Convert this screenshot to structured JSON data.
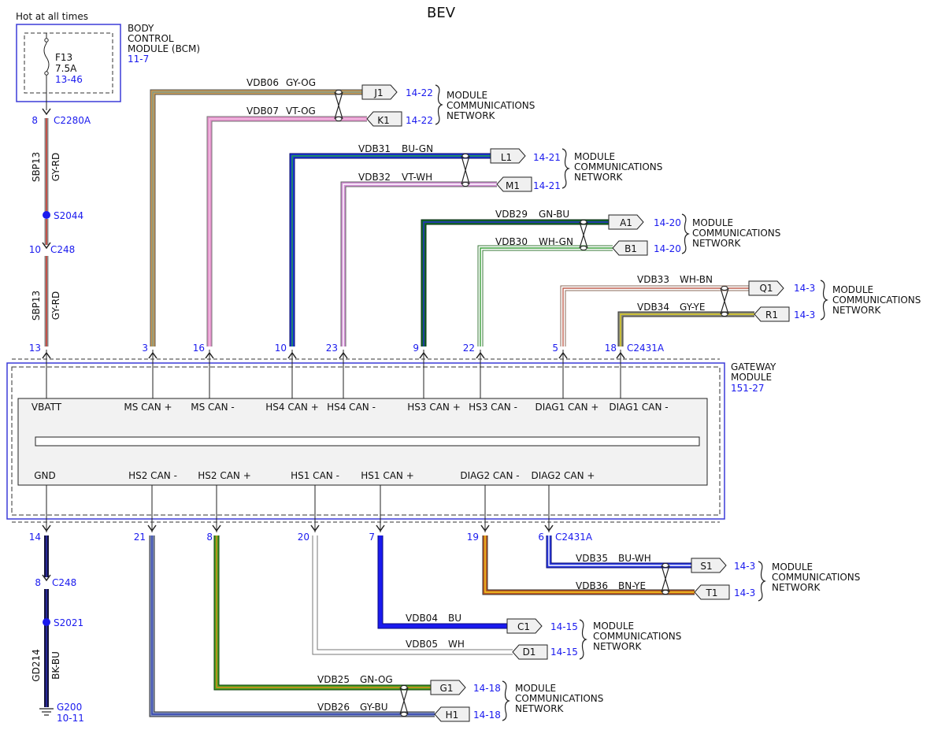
{
  "title": "BEV",
  "hot_label": "Hot at all times",
  "bcm": {
    "name_lines": [
      "BODY",
      "CONTROL",
      "MODULE (BCM)"
    ],
    "ref": "11-7",
    "fuse_name": "F13",
    "fuse_rating": "7.5A",
    "fuse_ref": "13-46"
  },
  "power_path": {
    "pin_top": "8",
    "conn_top": "C2280A",
    "circuit1": "SBP13",
    "color1": "GY-RD",
    "splice": "S2044",
    "pin_mid": "10",
    "conn_mid": "C248",
    "circuit2": "SBP13",
    "color2": "GY-RD",
    "pin_module": "13"
  },
  "gateway": {
    "name_lines": [
      "GATEWAY",
      "MODULE"
    ],
    "ref": "151-27",
    "top_pins": [
      "VBATT",
      "MS CAN +",
      "MS CAN -",
      "HS4 CAN +",
      "HS4 CAN -",
      "HS3 CAN +",
      "HS3 CAN -",
      "DIAG1 CAN +",
      "DIAG1 CAN -"
    ],
    "bottom_pins": [
      "GND",
      "HS2 CAN -",
      "HS2 CAN +",
      "HS1 CAN -",
      "HS1 CAN +",
      "DIAG2 CAN -",
      "DIAG2 CAN +"
    ]
  },
  "top_pin_numbers": [
    "13",
    "3",
    "16",
    "10",
    "23",
    "9",
    "22",
    "5",
    "18"
  ],
  "top_connector": "C2431A",
  "bottom_pin_numbers": [
    "14",
    "21",
    "8",
    "20",
    "7",
    "19",
    "6"
  ],
  "bottom_connector": "C2431A",
  "network_label_lines": [
    "MODULE",
    "COMMUNICATIONS",
    "NETWORK"
  ],
  "top_wires": [
    {
      "circuit": "VDB06",
      "color": "GY-OG",
      "tag": "J1",
      "ref": "14-22"
    },
    {
      "circuit": "VDB07",
      "color": "VT-OG",
      "tag": "K1",
      "ref": "14-22"
    },
    {
      "circuit": "VDB31",
      "color": "BU-GN",
      "tag": "L1",
      "ref": "14-21"
    },
    {
      "circuit": "VDB32",
      "color": "VT-WH",
      "tag": "M1",
      "ref": "14-21"
    },
    {
      "circuit": "VDB29",
      "color": "GN-BU",
      "tag": "A1",
      "ref": "14-20"
    },
    {
      "circuit": "VDB30",
      "color": "WH-GN",
      "tag": "B1",
      "ref": "14-20"
    },
    {
      "circuit": "VDB33",
      "color": "WH-BN",
      "tag": "Q1",
      "ref": "14-3"
    },
    {
      "circuit": "VDB34",
      "color": "GY-YE",
      "tag": "R1",
      "ref": "14-3"
    }
  ],
  "bottom_wires": [
    {
      "circuit": "VDB35",
      "color": "BU-WH",
      "tag": "S1",
      "ref": "14-3"
    },
    {
      "circuit": "VDB36",
      "color": "BN-YE",
      "tag": "T1",
      "ref": "14-3"
    },
    {
      "circuit": "VDB04",
      "color": "BU",
      "tag": "C1",
      "ref": "14-15"
    },
    {
      "circuit": "VDB05",
      "color": "WH",
      "tag": "D1",
      "ref": "14-15"
    },
    {
      "circuit": "VDB25",
      "color": "GN-OG",
      "tag": "G1",
      "ref": "14-18"
    },
    {
      "circuit": "VDB26",
      "color": "GY-BU",
      "tag": "H1",
      "ref": "14-18"
    }
  ],
  "ground_path": {
    "pin_mid": "8",
    "conn_mid": "C248",
    "splice": "S2021",
    "circuit": "GD214",
    "color": "BK-BU",
    "ground": "G200",
    "ground_ref": "10-11"
  },
  "colors": {
    "outline_blue": "#3b3bd8",
    "ref_blue": "#1a1aee",
    "module_fill": "#f2f2f2"
  }
}
